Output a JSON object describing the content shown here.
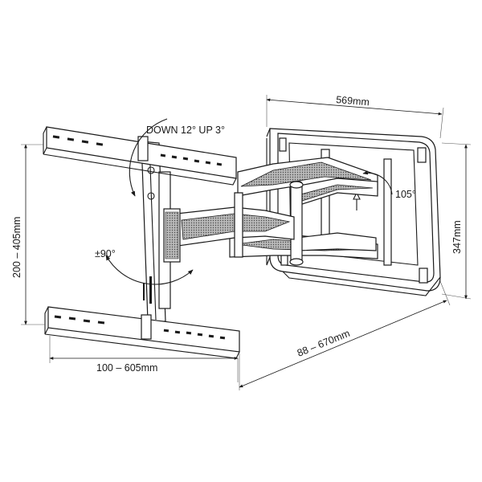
{
  "labels": {
    "tilt": "DOWN 12° UP 3°",
    "swivel": "105°",
    "rotation": "±90°",
    "wall_plate_width": "569mm",
    "wall_plate_height": "347mm",
    "vertical_range": "200 – 405mm",
    "horizontal_range": "100 – 605mm",
    "extension": "88 – 670mm"
  },
  "colors": {
    "line": "#1a1a1a",
    "mesh": "#9a9a9a",
    "background": "#ffffff"
  }
}
